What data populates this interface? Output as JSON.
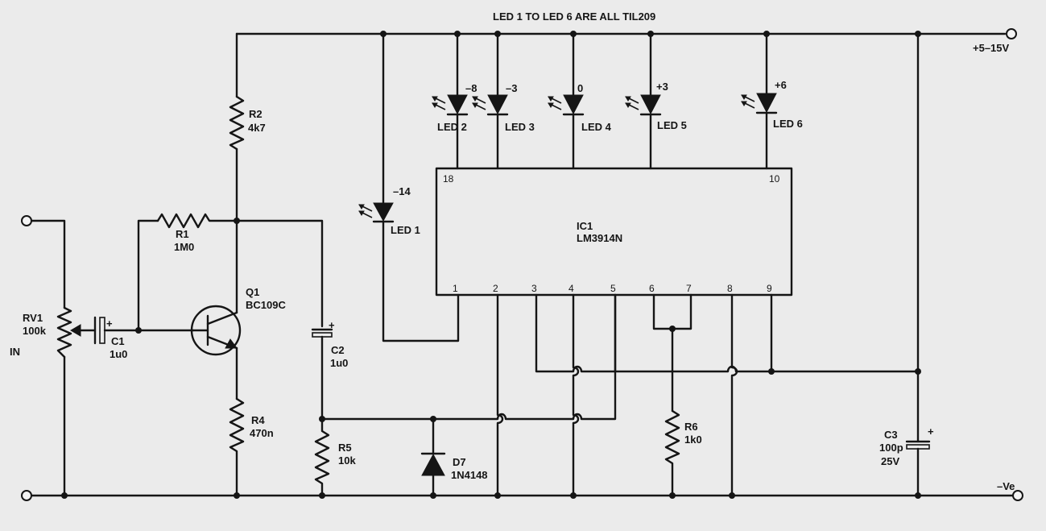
{
  "title_note": "LED 1 TO LED 6 ARE ALL TIL209",
  "supply_positive": "+5–15V",
  "supply_negative": "–Ve",
  "input_label": "IN",
  "ic": {
    "ref": "IC1",
    "part": "LM3914N",
    "pins": [
      "1",
      "2",
      "3",
      "4",
      "5",
      "6",
      "7",
      "8",
      "9",
      "10",
      "18"
    ]
  },
  "leds": [
    {
      "ref": "LED 1",
      "level": "–14"
    },
    {
      "ref": "LED 2",
      "level": "–8"
    },
    {
      "ref": "LED 3",
      "level": "–3"
    },
    {
      "ref": "LED 4",
      "level": "0"
    },
    {
      "ref": "LED 5",
      "level": "+3"
    },
    {
      "ref": "LED 6",
      "level": "+6"
    }
  ],
  "resistors": [
    {
      "ref": "R1",
      "value": "1M0"
    },
    {
      "ref": "R2",
      "value": "4k7"
    },
    {
      "ref": "R4",
      "value": "470n"
    },
    {
      "ref": "R5",
      "value": "10k"
    },
    {
      "ref": "R6",
      "value": "1k0"
    }
  ],
  "potentiometer": {
    "ref": "RV1",
    "value": "100k"
  },
  "capacitors": [
    {
      "ref": "C1",
      "value": "1u0"
    },
    {
      "ref": "C2",
      "value": "1u0"
    },
    {
      "ref": "C3",
      "value": "100p",
      "voltage": "25V"
    }
  ],
  "transistor": {
    "ref": "Q1",
    "part": "BC109C"
  },
  "diode": {
    "ref": "D7",
    "part": "1N4148"
  },
  "polarity_mark": "+",
  "colors": {
    "ink": "#151515",
    "paper": "#ebebeb"
  }
}
